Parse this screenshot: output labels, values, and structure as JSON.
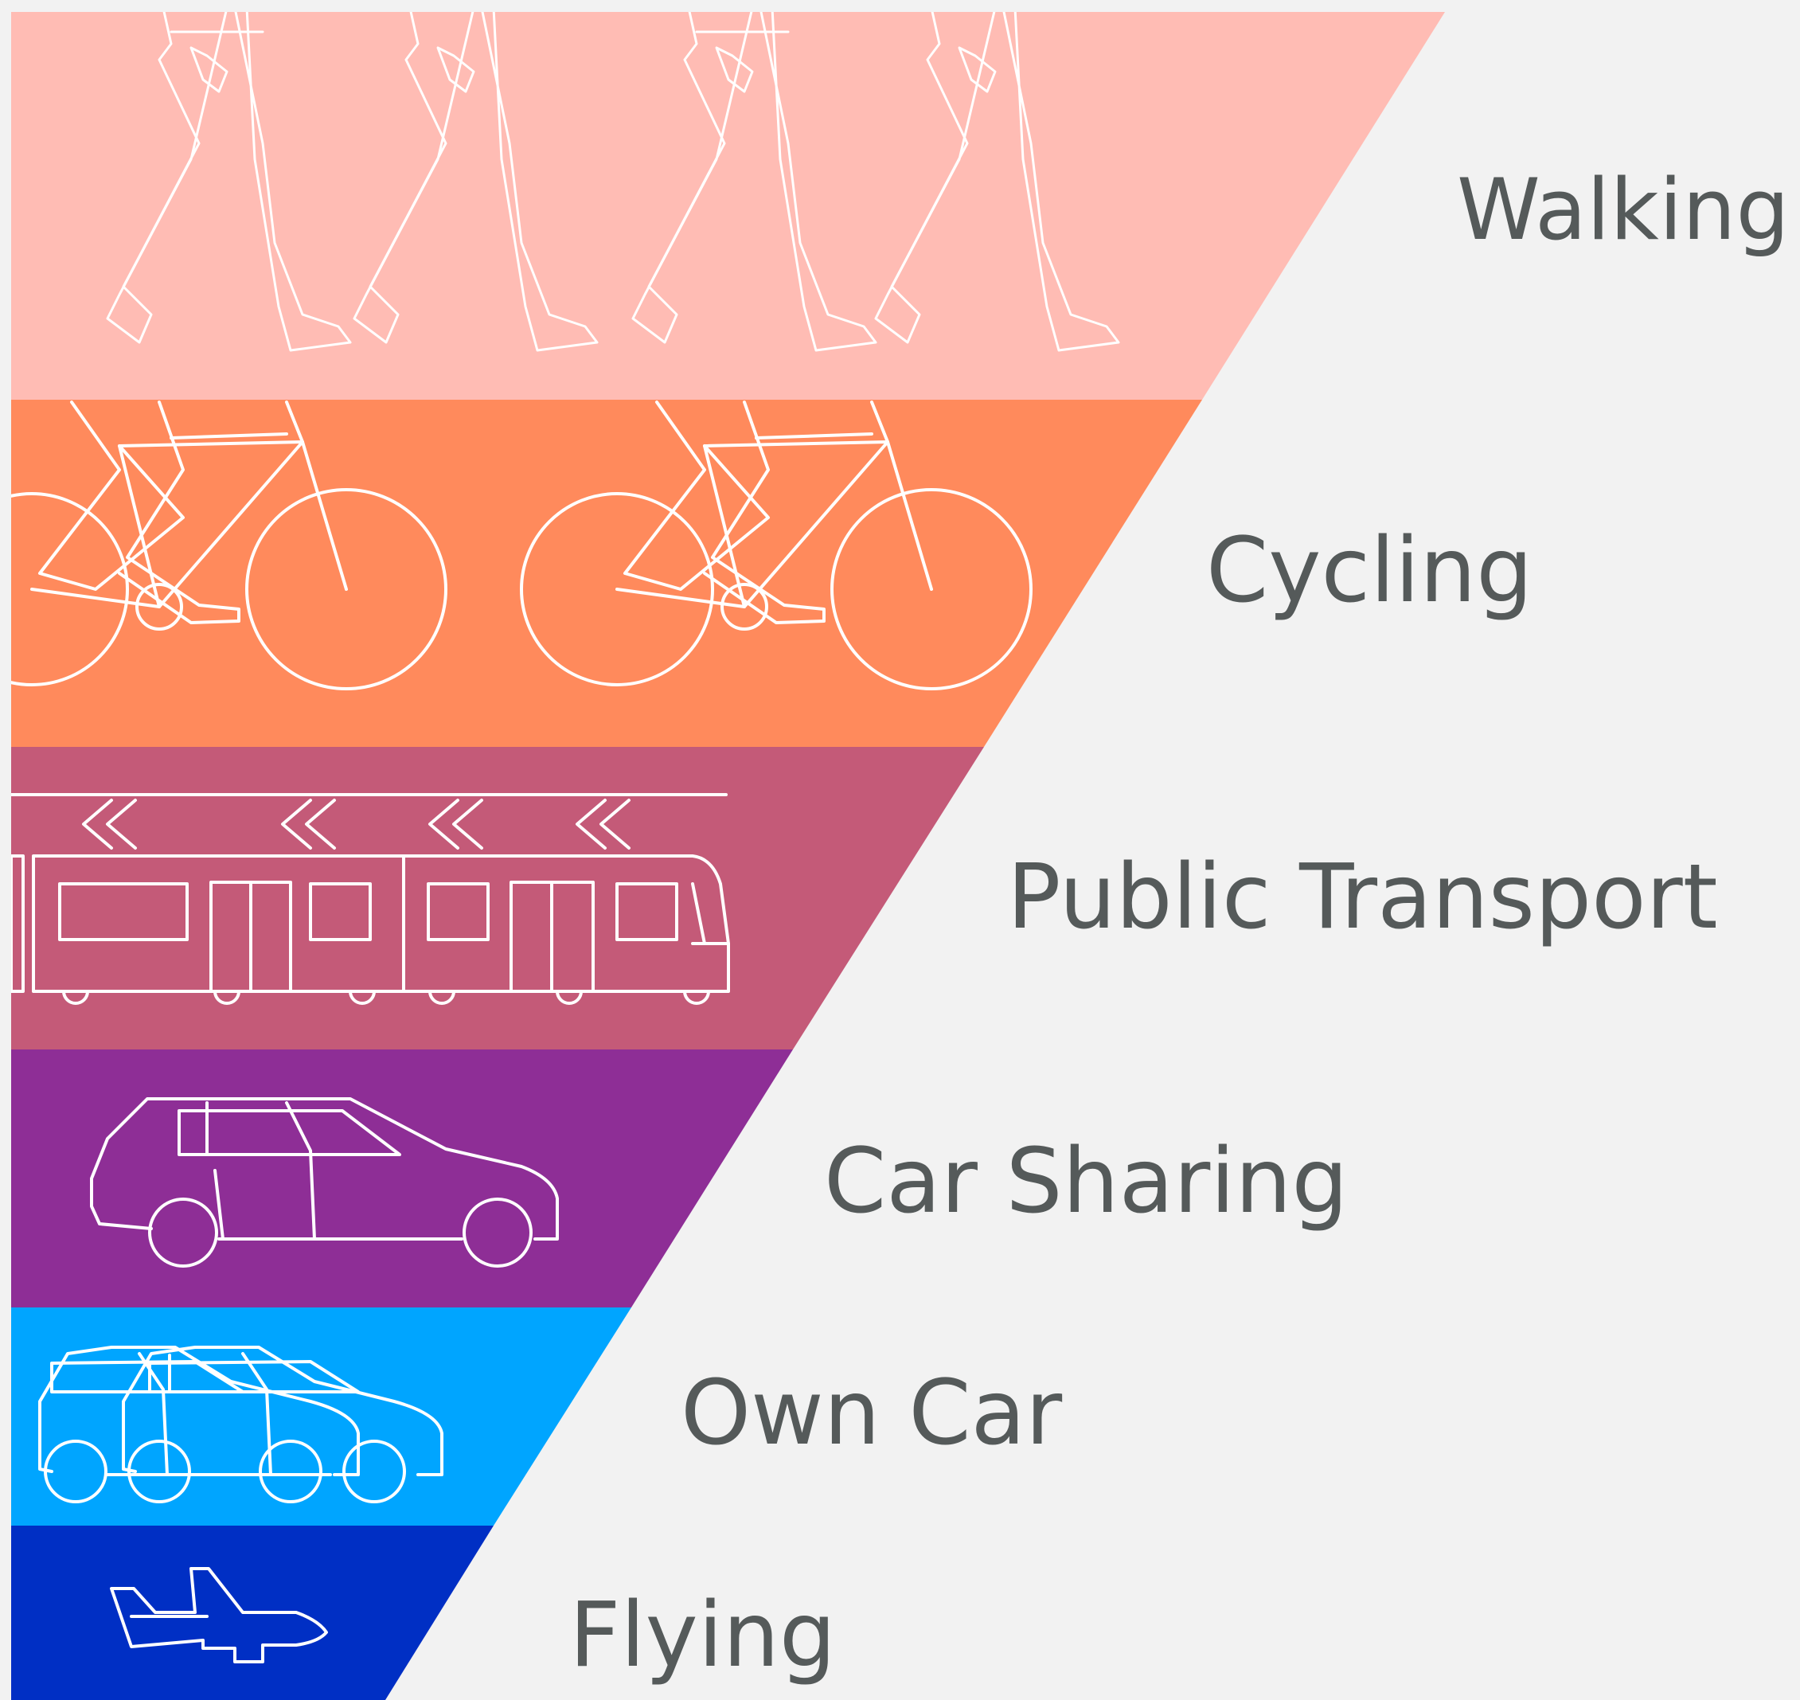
{
  "colors": {
    "background": "#f2f2f2",
    "text": "#555a5a",
    "line_art": "#ffffff"
  },
  "layers": [
    {
      "id": "walking",
      "label": "Walking",
      "color": "#ffbcb4",
      "icon": "walking-people-icon"
    },
    {
      "id": "cycling",
      "label": "Cycling",
      "color": "#ff8a5c",
      "icon": "bicycle-icon"
    },
    {
      "id": "public-transport",
      "label": "Public Transport",
      "color": "#c45a78",
      "icon": "tram-icon"
    },
    {
      "id": "car-sharing",
      "label": "Car Sharing",
      "color": "#8e2e96",
      "icon": "car-icon"
    },
    {
      "id": "own-car",
      "label": "Own Car",
      "color": "#00a5ff",
      "icon": "cars-icon"
    },
    {
      "id": "flying",
      "label": "Flying",
      "color": "#002fc4",
      "icon": "airplane-icon"
    }
  ]
}
